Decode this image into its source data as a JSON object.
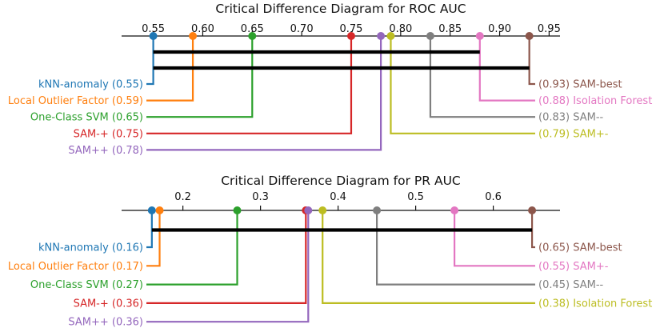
{
  "page": {
    "background": "#ffffff"
  },
  "chart_data": [
    {
      "type": "critical-difference",
      "title": "Critical Difference Diagram for ROC AUC",
      "axis": {
        "min": 0.518,
        "max": 0.961,
        "tick_side": "top",
        "ticks": [
          0.55,
          0.6,
          0.65,
          0.7,
          0.75,
          0.8,
          0.85,
          0.9,
          0.95
        ],
        "tick_labels": [
          "0.55",
          "0.60",
          "0.65",
          "0.70",
          "0.75",
          "0.80",
          "0.85",
          "0.90",
          "0.95"
        ]
      },
      "methods": [
        {
          "name": "kNN-anomaly",
          "value": 0.55,
          "label": "kNN-anomaly (0.55)",
          "side": "left",
          "color": "#1f77b4"
        },
        {
          "name": "Local Outlier Factor",
          "value": 0.59,
          "label": "Local Outlier Factor (0.59)",
          "side": "left",
          "color": "#ff7f0e"
        },
        {
          "name": "One-Class SVM",
          "value": 0.65,
          "label": "One-Class SVM (0.65)",
          "side": "left",
          "color": "#2ca02c"
        },
        {
          "name": "SAM-+",
          "value": 0.75,
          "label": "SAM-+ (0.75)",
          "side": "left",
          "color": "#d62728"
        },
        {
          "name": "SAM++",
          "value": 0.78,
          "label": "SAM++ (0.78)",
          "side": "left",
          "color": "#9467bd"
        },
        {
          "name": "SAM-best",
          "value": 0.93,
          "label": "(0.93) SAM-best",
          "side": "right",
          "color": "#8c564b"
        },
        {
          "name": "Isolation Forest",
          "value": 0.88,
          "label": "(0.88) Isolation Forest",
          "side": "right",
          "color": "#e377c2"
        },
        {
          "name": "SAM--",
          "value": 0.83,
          "label": "(0.83) SAM--",
          "side": "right",
          "color": "#7f7f7f"
        },
        {
          "name": "SAM+-",
          "value": 0.79,
          "label": "(0.79) SAM+-",
          "side": "right",
          "color": "#bcbd22"
        }
      ],
      "crossbars": [
        {
          "from": 0.55,
          "to": 0.88
        },
        {
          "from": 0.55,
          "to": 0.93
        }
      ],
      "crossbar_color": "#000000"
    },
    {
      "type": "critical-difference",
      "title": "Critical Difference Diagram for PR AUC",
      "axis": {
        "min": 0.121,
        "max": 0.686,
        "tick_side": "top",
        "ticks": [
          0.2,
          0.3,
          0.4,
          0.5,
          0.6
        ],
        "tick_labels": [
          "0.2",
          "0.3",
          "0.4",
          "0.5",
          "0.6"
        ]
      },
      "methods": [
        {
          "name": "kNN-anomaly",
          "value": 0.16,
          "label": "kNN-anomaly (0.16)",
          "side": "left",
          "color": "#1f77b4"
        },
        {
          "name": "Local Outlier Factor",
          "value": 0.17,
          "label": "Local Outlier Factor (0.17)",
          "side": "left",
          "color": "#ff7f0e"
        },
        {
          "name": "One-Class SVM",
          "value": 0.27,
          "label": "One-Class SVM (0.27)",
          "side": "left",
          "color": "#2ca02c"
        },
        {
          "name": "SAM-+",
          "value": 0.36,
          "label": "SAM-+ (0.36)",
          "side": "left",
          "color": "#d62728"
        },
        {
          "name": "SAM++",
          "value": 0.36,
          "label": "SAM++ (0.36)",
          "side": "left",
          "color": "#9467bd"
        },
        {
          "name": "SAM-best",
          "value": 0.65,
          "label": "(0.65) SAM-best",
          "side": "right",
          "color": "#8c564b"
        },
        {
          "name": "SAM+-",
          "value": 0.55,
          "label": "(0.55) SAM+-",
          "side": "right",
          "color": "#e377c2"
        },
        {
          "name": "SAM--",
          "value": 0.45,
          "label": "(0.45) SAM--",
          "side": "right",
          "color": "#7f7f7f"
        },
        {
          "name": "Isolation Forest",
          "value": 0.38,
          "label": "(0.38) Isolation Forest",
          "side": "right",
          "color": "#bcbd22"
        }
      ],
      "crossbars": [
        {
          "from": 0.16,
          "to": 0.65
        }
      ],
      "crossbar_color": "#000000"
    }
  ]
}
